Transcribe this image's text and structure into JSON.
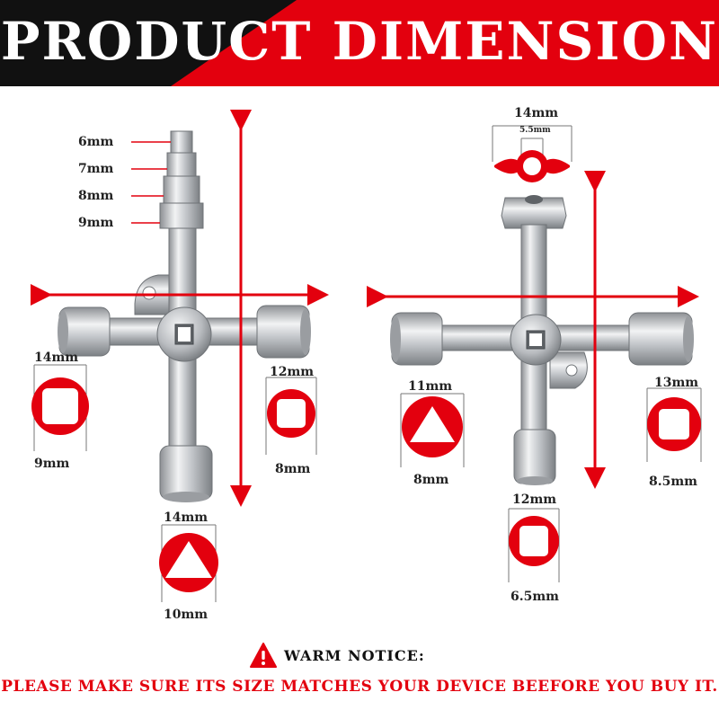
{
  "banner": {
    "title": "PRODUCT DIMENSION"
  },
  "left_key": {
    "step_labels": [
      "6mm",
      "7mm",
      "8mm",
      "9mm"
    ],
    "left_socket": {
      "top": "14mm",
      "bottom": "9mm"
    },
    "right_socket": {
      "top": "12mm",
      "bottom": "8mm"
    },
    "bottom_socket": {
      "top": "14mm",
      "bottom": "10mm"
    }
  },
  "right_key": {
    "top_tool": {
      "outer": "14mm",
      "inner": "5.5mm"
    },
    "left_socket": {
      "top": "11mm",
      "bottom": "8mm"
    },
    "right_socket": {
      "top": "13mm",
      "bottom": "8.5mm"
    },
    "bottom_socket": {
      "top": "12mm",
      "bottom": "6.5mm"
    }
  },
  "notice": {
    "title": "WARM NOTICE:",
    "message": "PLEASE MAKE SURE ITS SIZE MATCHES YOUR DEVICE BEEFORE YOU BUY IT."
  },
  "colors": {
    "accent": "#e3000e",
    "dark": "#111111",
    "steel": "#b9bcc0"
  }
}
